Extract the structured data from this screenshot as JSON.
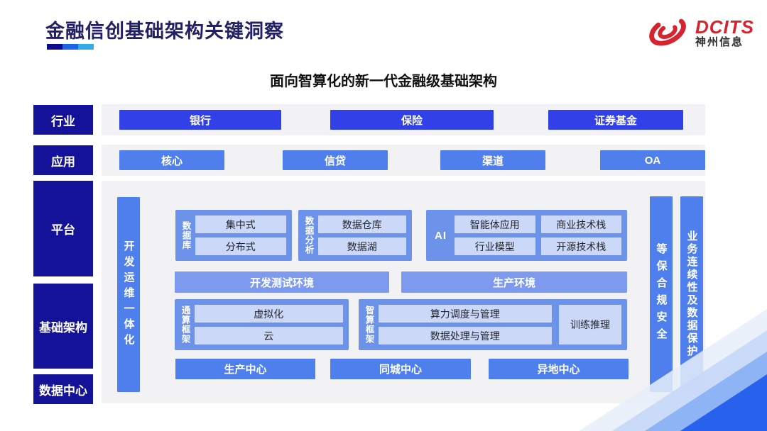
{
  "header": {
    "title": "金融信创基础架构关键洞察",
    "logo": {
      "brand": "DCITS",
      "subbrand": "神州信息"
    }
  },
  "subtitle": "面向智算化的新一代金融级基础架构",
  "rail": {
    "industry": "行业",
    "application": "应用",
    "platform": "平台",
    "infrastructure": "基础架构",
    "datacenter": "数据中心"
  },
  "industry_row": {
    "items": [
      "银行",
      "保险",
      "证券基金"
    ]
  },
  "application_row": {
    "items": [
      "核心",
      "信贷",
      "渠道",
      "OA"
    ]
  },
  "platform_area": {
    "devops_bar": "开发运维一体化",
    "security_bar": "等保合规安全",
    "continuity_bar": "业务连续性及数据保护",
    "database_block": {
      "label": "数据库",
      "items": [
        "集中式",
        "分布式"
      ]
    },
    "analytics_block": {
      "label": "数据分析",
      "items": [
        "数据仓库",
        "数据湖"
      ]
    },
    "ai_block": {
      "label": "AI",
      "items": [
        "智能体应用",
        "商业技术栈",
        "行业模型",
        "开源技术栈"
      ]
    },
    "env": {
      "dev_test": "开发测试环境",
      "production": "生产环境"
    },
    "general_compute_block": {
      "label": "通算框架",
      "items": [
        "虚拟化",
        "云"
      ]
    },
    "smart_compute_block": {
      "label": "智算框架",
      "items": [
        "算力调度与管理",
        "数据处理与管理"
      ],
      "side_box": "训练推理"
    },
    "centers": [
      "生产中心",
      "同城中心",
      "异地中心"
    ]
  },
  "colors": {
    "navy_label": "#131299",
    "title_navy": "#232064",
    "royal_button": "#3240e8",
    "mid_blue": "#4f7fed",
    "block_blue": "#6c92ea",
    "env_blue": "#7e9aef",
    "chip_blue": "#cbd8f7",
    "band_gray": "#f2f2f4",
    "brand_red": "#d7232e",
    "underline": [
      "#0d0c8f",
      "#1e62e6",
      "#35aae8"
    ]
  }
}
